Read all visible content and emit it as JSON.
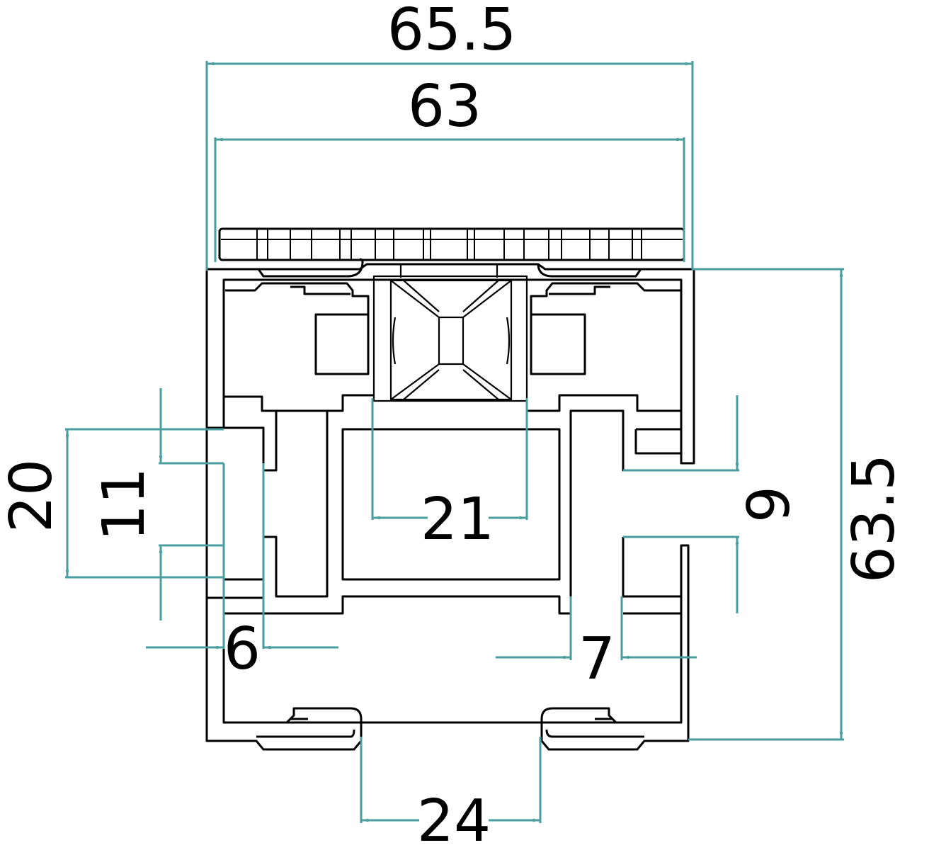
{
  "colors": {
    "profile": "#000000",
    "dimension": "#4a9e9e",
    "background": "#ffffff"
  },
  "dimensions": {
    "overall_width": "65.5",
    "inner_width": "63",
    "overall_height": "63.5",
    "left_outer_slot": "20",
    "left_inner_slot": "11",
    "left_wall": "6",
    "center_opening": "21",
    "right_slot": "9",
    "right_wall": "7",
    "bottom_opening": "24"
  }
}
